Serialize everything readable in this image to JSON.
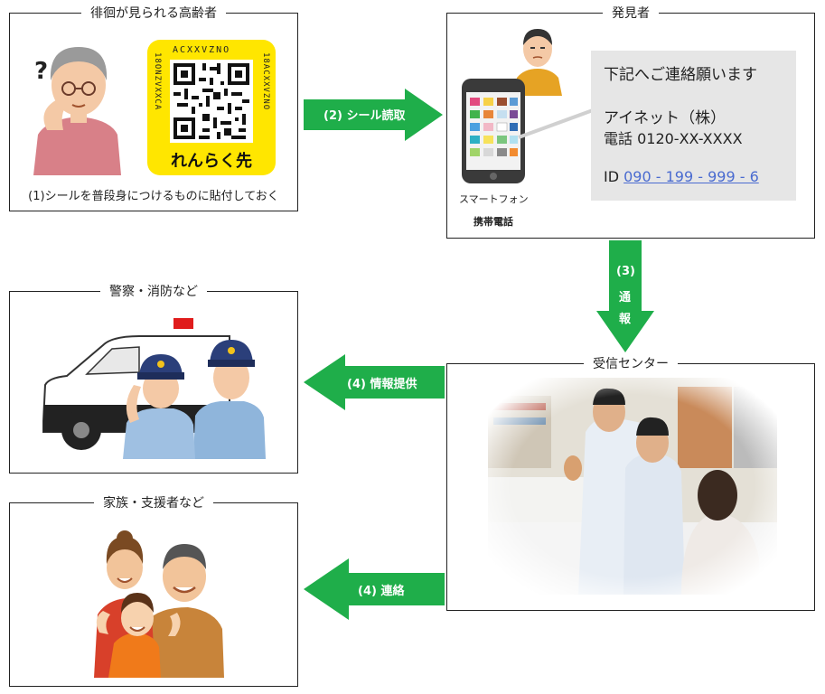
{
  "boxes": {
    "elderly": {
      "title": "徘徊が見られる高齢者",
      "caption": "(1)シールを普段身につけるものに貼付しておく",
      "question_mark": "?"
    },
    "qr": {
      "label": "れんらく先",
      "top_code": "ACXXVZNO",
      "left_code": "18ONZVXXCA",
      "right_code": "18ACXXVZNO"
    },
    "finder": {
      "title": "発見者",
      "phone_label_1": "スマートフォン",
      "phone_label_2": "携帯電話",
      "card": {
        "line1": "下記へご連絡願います",
        "line2": "アイネット（株）",
        "line3": "電話 0120-XX-XXXX",
        "id_prefix": "ID ",
        "id_value": "090 - 199 - 999 - 6"
      }
    },
    "police": {
      "title": "警察・消防など"
    },
    "center": {
      "title": "受信センター"
    },
    "family": {
      "title": "家族・支援者など"
    }
  },
  "arrows": {
    "read_sticker": "(2) シール読取",
    "report": {
      "num": "(3)",
      "c1": "通",
      "c2": "報"
    },
    "info_provide": "(4) 情報提供",
    "contact": "(4) 連絡"
  },
  "colors": {
    "arrow_green": "#1fae4a",
    "qr_yellow": "#ffe600",
    "link_blue": "#4a6bd0"
  }
}
